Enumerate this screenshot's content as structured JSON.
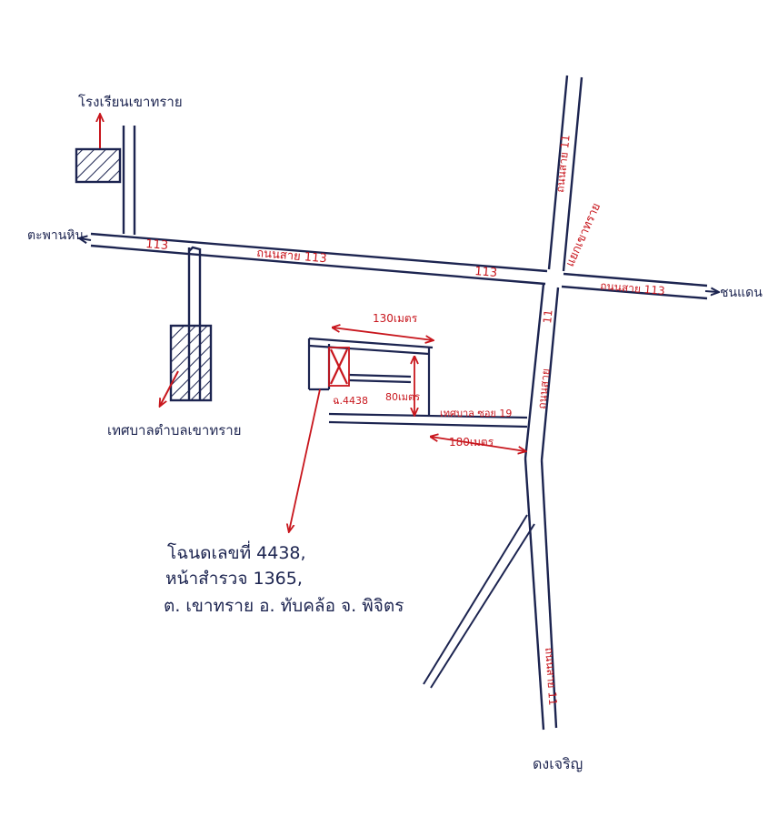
{
  "colors": {
    "ink": "#1c2450",
    "annotation": "#c8161d",
    "paper": "#ffffff"
  },
  "places": {
    "school": "โรงเรียนเขาทราย",
    "west_town": "ตะพานหิน",
    "east_town": "ชนแดน",
    "south_town": "ดงเจริญ",
    "municipality": "เทศบาลตำบลเขาทราย",
    "intersection": "แยกเขาทราย"
  },
  "roads": {
    "main_west_number": "113",
    "main_west_label": "ถนนสาย 113",
    "main_mid_number": "113",
    "main_east_label": "ถนนสาย 113",
    "north_label": "ถนนสาย 11",
    "south_upper_number": "11",
    "south_upper_label": "ถนนสาย",
    "south_lower_label": "ถนนสาย 11",
    "alley_label": "เทศบาล ซอย 19"
  },
  "plot": {
    "label": "ฉ.4438",
    "width_label": "130เมตร",
    "depth_label": "80เมตร",
    "distance_label": "180เมตร"
  },
  "deed": {
    "line1": "โฉนดเลขที่ 4438,",
    "line2": "หน้าสำรวจ 1365,",
    "line3": "ต. เขาทราย อ. ทับคล้อ จ. พิจิตร"
  }
}
